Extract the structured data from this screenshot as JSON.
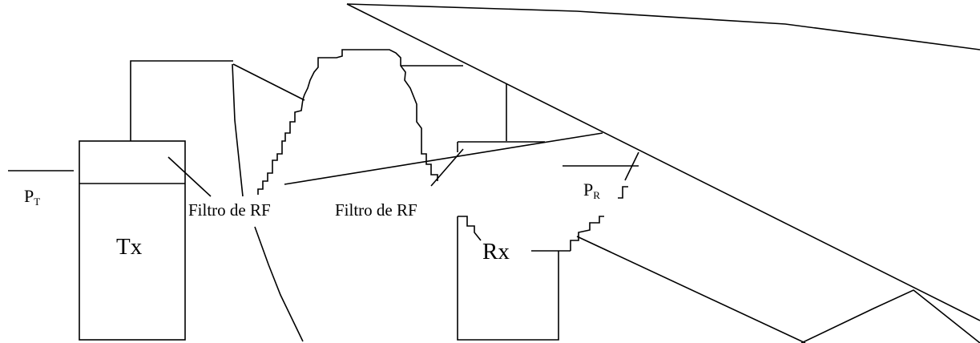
{
  "labels": {
    "transmitter": "Tx",
    "receiver": "Rx",
    "filter_left": "Filtro de RF",
    "filter_right": "Filtro de RF",
    "pt_main": "P",
    "pt_sub": "T",
    "pr_main": "P",
    "pr_sub": "R"
  },
  "colors": {
    "line": "#000000",
    "background": "#ffffff"
  }
}
